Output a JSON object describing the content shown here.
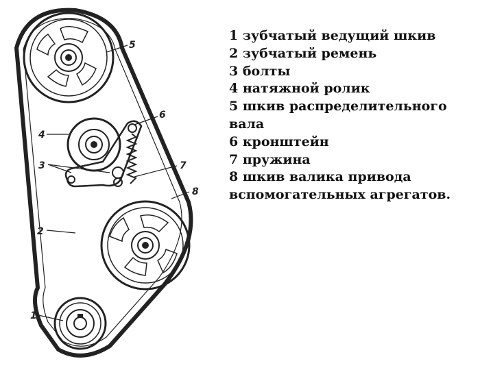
{
  "legend": {
    "items": [
      {
        "text": "1 зубчатый ведущий шкив"
      },
      {
        "text": "2 зубчатый ремень"
      },
      {
        "text": "3 болты"
      },
      {
        "text": "4 натяжной ролик"
      },
      {
        "text": "5 шкив распределительного вала"
      },
      {
        "text": "6 кронштейн"
      },
      {
        "text": "7 пружина"
      },
      {
        "text": "8 шкив валика привода вспомогательных агрегатов."
      }
    ]
  },
  "callouts": {
    "c1": "1",
    "c2": "2",
    "c3": "3",
    "c4": "4",
    "c5": "5",
    "c6": "6",
    "c7": "7",
    "c8": "8"
  },
  "colors": {
    "ink": "#222222",
    "background": "#ffffff"
  }
}
